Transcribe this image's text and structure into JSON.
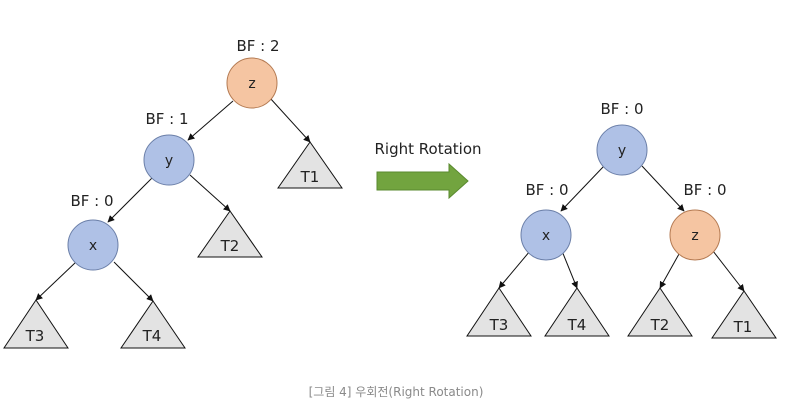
{
  "colors": {
    "node_blue": "#afc1e6",
    "node_orange": "#f5c5a2",
    "subtree_fill": "#e3e3e3",
    "arrow_green": "#72a43f",
    "arrow_green_dark": "#5a8a2f"
  },
  "left_tree": {
    "z": {
      "label": "z",
      "bf": "BF : 2"
    },
    "y": {
      "label": "y",
      "bf": "BF : 1"
    },
    "x": {
      "label": "x",
      "bf": "BF : 0"
    },
    "t1": "T1",
    "t2": "T2",
    "t3": "T3",
    "t4": "T4"
  },
  "operation": {
    "label": "Right Rotation"
  },
  "right_tree": {
    "y": {
      "label": "y",
      "bf": "BF : 0"
    },
    "x": {
      "label": "x",
      "bf": "BF : 0"
    },
    "z": {
      "label": "z",
      "bf": "BF : 0"
    },
    "t3": "T3",
    "t4": "T4",
    "t2": "T2",
    "t1": "T1"
  },
  "caption": "[그림 4] 우회전(Right Rotation)"
}
